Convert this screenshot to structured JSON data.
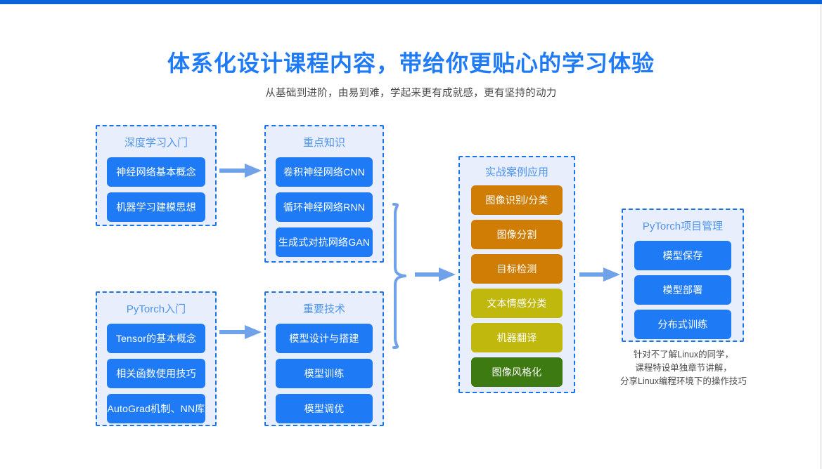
{
  "header": {
    "title": "体系化设计课程内容，带给你更贴心的学习体验",
    "subtitle": "从基础到进阶，由易到难，学起来更有成就感，更有坚持的动力"
  },
  "accent_colors": {
    "topbar": "#0b63d8",
    "title": "#1f7bf5",
    "group_border": "#1a73e8",
    "group_background": "#e8eefb",
    "group_title": "#4d94ef",
    "pill_blue": "#1f7bf5",
    "pill_orange": "#cf7d04",
    "pill_olive": "#c0b80c",
    "pill_green": "#3d7a12",
    "arrow": "#6fa2e8"
  },
  "groups": {
    "deep_learning": {
      "title": "深度学习入门",
      "items": [
        {
          "label": "神经网络基本概念",
          "color": "blue"
        },
        {
          "label": "机器学习建模思想",
          "color": "blue"
        }
      ]
    },
    "key_knowledge": {
      "title": "重点知识",
      "items": [
        {
          "label": "卷积神经网络CNN",
          "color": "blue"
        },
        {
          "label": "循环神经网络RNN",
          "color": "blue"
        },
        {
          "label": "生成式对抗网络GAN",
          "color": "blue"
        }
      ]
    },
    "pytorch_intro": {
      "title": "PyTorch入门",
      "items": [
        {
          "label": "Tensor的基本概念",
          "color": "blue"
        },
        {
          "label": "相关函数使用技巧",
          "color": "blue"
        },
        {
          "label": "AutoGrad机制、NN库",
          "color": "blue"
        }
      ]
    },
    "important_tech": {
      "title": "重要技术",
      "items": [
        {
          "label": "模型设计与搭建",
          "color": "blue"
        },
        {
          "label": "模型训练",
          "color": "blue"
        },
        {
          "label": "模型调优",
          "color": "blue"
        }
      ]
    },
    "practice_cases": {
      "title": "实战案例应用",
      "items": [
        {
          "label": "图像识别/分类",
          "color": "orange"
        },
        {
          "label": "图像分割",
          "color": "orange"
        },
        {
          "label": "目标检测",
          "color": "orange"
        },
        {
          "label": "文本情感分类",
          "color": "olive"
        },
        {
          "label": "机器翻译",
          "color": "olive"
        },
        {
          "label": "图像风格化",
          "color": "green"
        }
      ]
    },
    "project_management": {
      "title": "PyTorch项目管理",
      "items": [
        {
          "label": "模型保存",
          "color": "blue"
        },
        {
          "label": "模型部署",
          "color": "blue"
        },
        {
          "label": "分布式训练",
          "color": "blue"
        }
      ]
    }
  },
  "footnote": {
    "line1": "针对不了解Linux的同学，",
    "line2": "课程特设单独章节讲解，",
    "line3": "分享Linux编程环境下的操作技巧"
  }
}
